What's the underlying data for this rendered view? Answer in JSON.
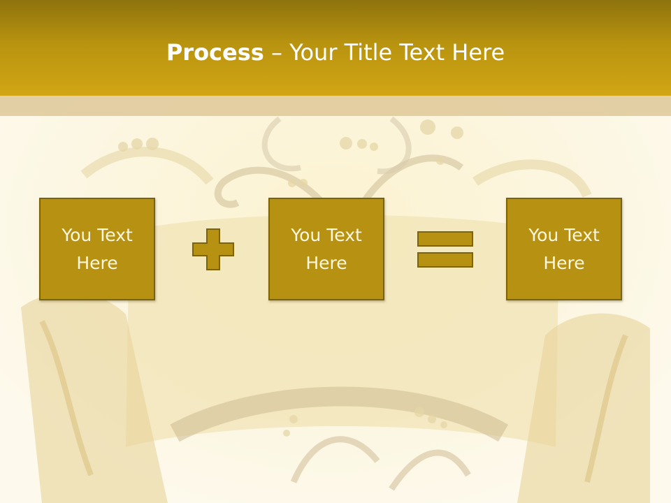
{
  "slide": {
    "title_bold": "Process",
    "title_rest": " – Your Title Text Here",
    "boxes": [
      "You Text Here",
      "You Text Here",
      "You Text Here"
    ]
  },
  "operators": [
    "plus-icon",
    "equals-icon"
  ],
  "colors": {
    "title_bar": "#b8930f",
    "box_fill": "#b79212",
    "box_border": "#7a6309",
    "background": "#fdf9ec"
  }
}
